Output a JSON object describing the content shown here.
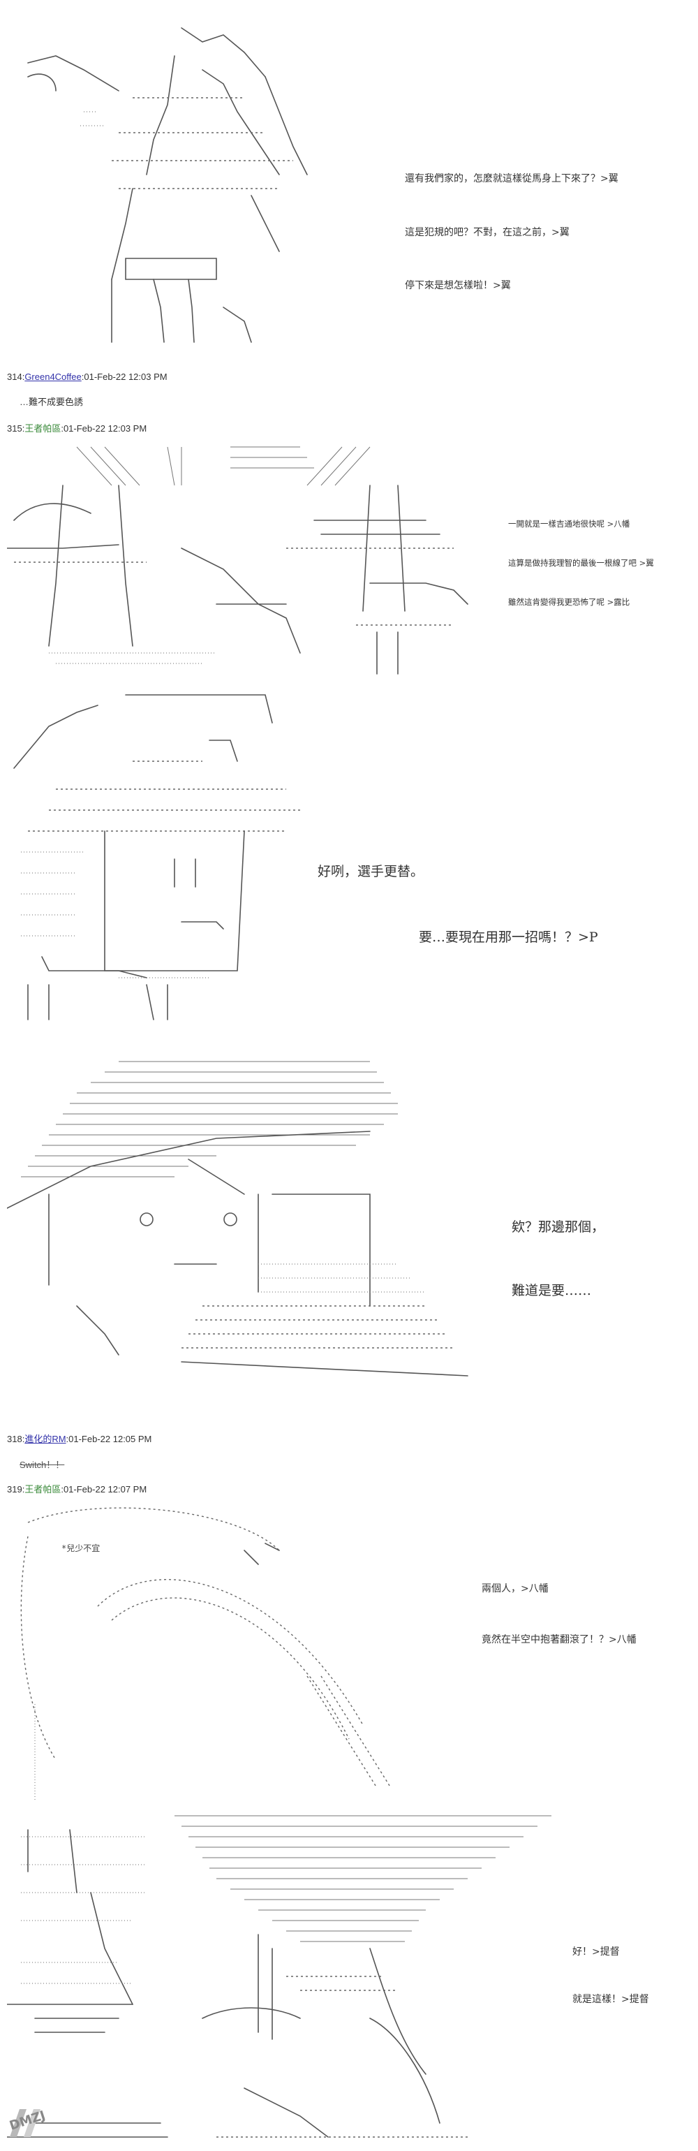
{
  "panel1": {
    "lines": [
      "還有我們家的，怎麼就這樣從馬身上下來了？>翼",
      "這是犯規的吧？不對，在這之前，>翼",
      "停下來是想怎樣啦！>翼"
    ]
  },
  "post314": {
    "number": "314:",
    "name": "Green4Coffee",
    "date": ":01-Feb-22 12:03 PM",
    "body": "…難不成要色誘"
  },
  "post315": {
    "number": "315:",
    "name": "王者帕區",
    "date": ":01-Feb-22 12:03 PM"
  },
  "panel2": {
    "lines": [
      "一開就是一樣吉通地很快呢 >八幡",
      "這算是做持我理智的最後一根線了吧 >翼",
      "雖然這肯變得我更恐怖了呢 >露比"
    ]
  },
  "panel3": {
    "lines": [
      "好咧，選手更替。",
      "要…要現在用那一招嗎！？>P"
    ]
  },
  "panel4": {
    "lines": [
      "欸？那邊那個，",
      "難道是要……"
    ]
  },
  "post318": {
    "number": "318:",
    "name": "進化的RM",
    "date": ":01-Feb-22 12:05 PM",
    "body": "Switch！！"
  },
  "post319": {
    "number": "319:",
    "name": "王者帕區",
    "date": ":01-Feb-22 12:07 PM"
  },
  "panel5": {
    "note": "*兒少不宜",
    "lines": [
      "兩個人，>八幡",
      "竟然在半空中抱著翻滾了！？>八幡"
    ]
  },
  "panel6": {
    "lines": [
      "好！>提督",
      "就是這樣！>提督"
    ]
  },
  "watermark": {
    "text": "DMZJ"
  }
}
